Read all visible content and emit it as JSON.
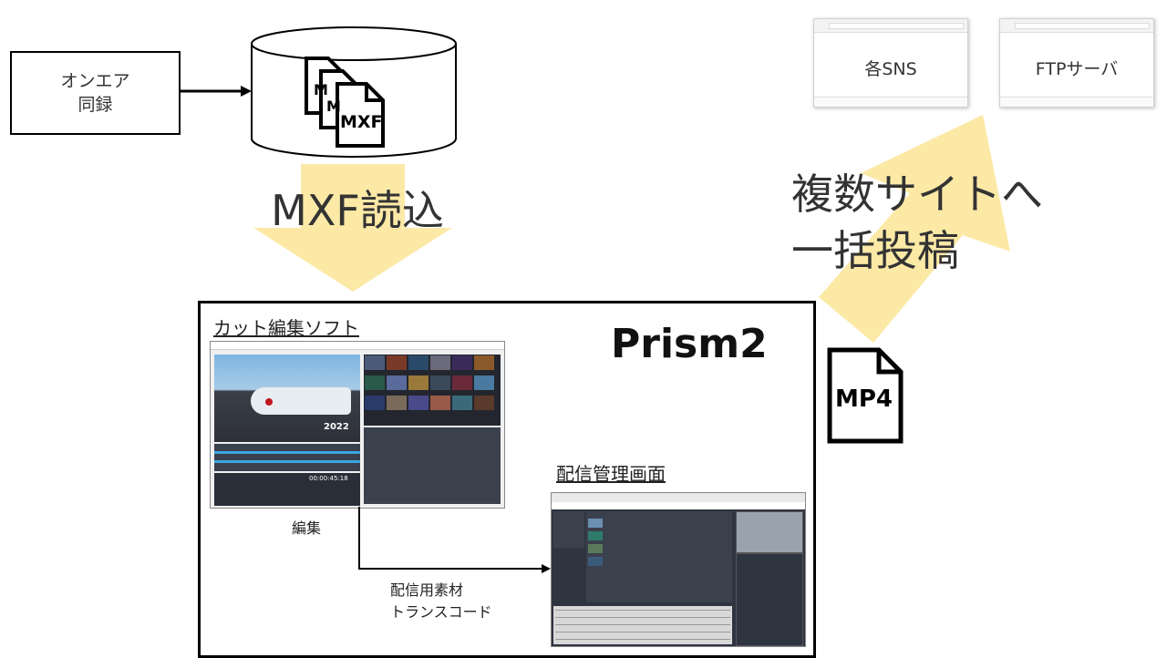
{
  "source_box": {
    "line1": "オンエア",
    "line2": "同録"
  },
  "storage": {
    "file_icon_label": "MXF",
    "file_stack_letter": "M"
  },
  "import_arrow": {
    "label": "MXF読込"
  },
  "targets": [
    {
      "label": "各SNS"
    },
    {
      "label": "FTPサーバ"
    }
  ],
  "post_arrow": {
    "line1": "複数サイトへ",
    "line2": "一括投稿"
  },
  "mp4_icon": {
    "label": "MP4"
  },
  "prism": {
    "title": "Prism2",
    "editor_heading": "カット編集ソフト",
    "editor_caption": "編集",
    "editor_screenshot": {
      "timecode": "00:00:45:18",
      "overlay_year": "2022"
    },
    "manager_heading": "配信管理画面",
    "transcode_line1": "配信用素材",
    "transcode_line2": "トランスコード"
  },
  "colors": {
    "arrow_fill": "#fce9a6",
    "border": "#000000",
    "app_dark": "#2f3441"
  }
}
